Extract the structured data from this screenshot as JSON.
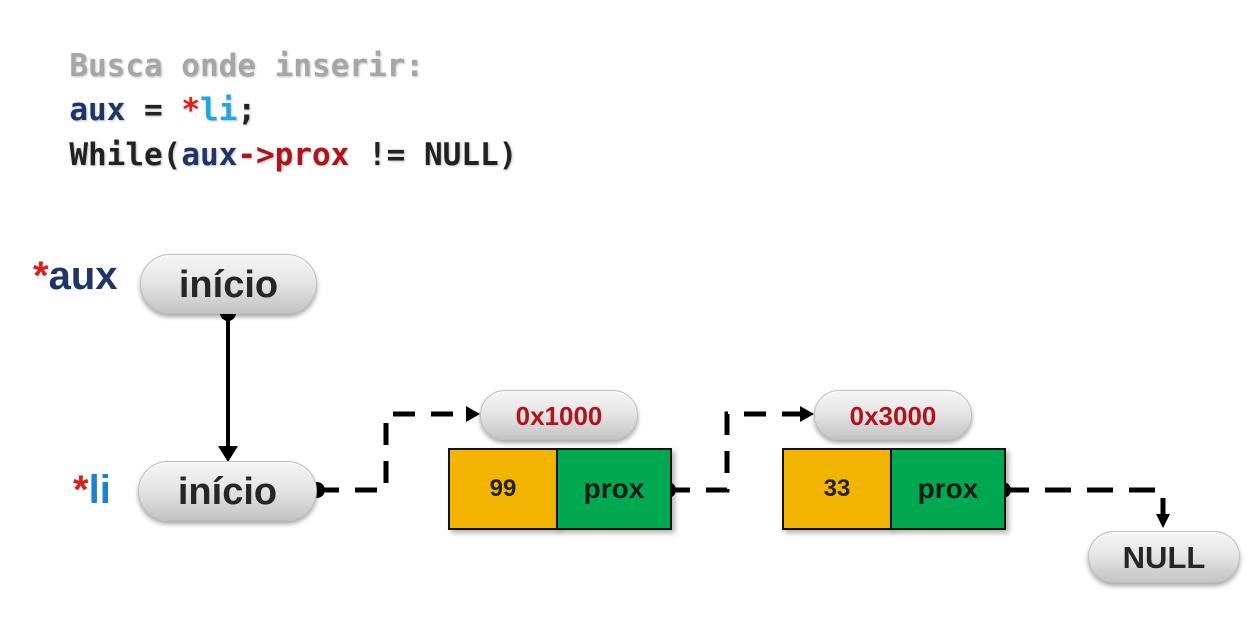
{
  "code": {
    "comment": "Busca onde inserir:",
    "line2": {
      "lhs": "aux",
      "op": " = ",
      "star": "*",
      "rhs": "li",
      "end": ";"
    },
    "line3": {
      "kw": "While(",
      "var": "aux",
      "arrow": "->prox",
      "rest": " != NULL)"
    }
  },
  "vars": {
    "aux": {
      "star": "*",
      "name": "aux",
      "box": "início"
    },
    "li": {
      "star": "*",
      "name": "li",
      "box": "início"
    }
  },
  "nodes": [
    {
      "address": "0x1000",
      "value": "99",
      "next_label": "prox"
    },
    {
      "address": "0x3000",
      "value": "33",
      "next_label": "prox"
    }
  ],
  "null_label": "NULL",
  "colors": {
    "value_cell": "#f3b400",
    "next_cell": "#00a84f",
    "address_text": "#b0141a",
    "star": "#d8201c"
  }
}
